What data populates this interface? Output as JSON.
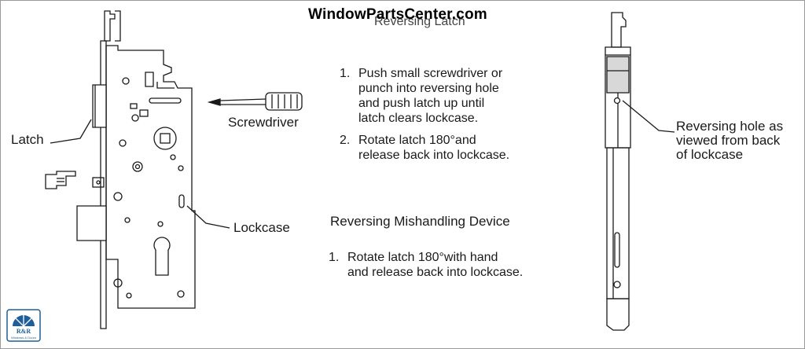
{
  "watermark": "WindowPartsCenter.com",
  "reversing_latch": {
    "title": "Reversing Latch",
    "steps": [
      {
        "num": "1.",
        "text": "Push small screwdriver or\npunch into reversing hole\nand push latch up until\nlatch clears lockcase."
      },
      {
        "num": "2.",
        "text": "Rotate latch 180°and\nrelease back into lockcase."
      }
    ]
  },
  "mishandling": {
    "title": "Reversing Mishandling Device",
    "steps": [
      {
        "num": "1.",
        "text": "Rotate latch 180°with hand\nand release back into lockcase."
      }
    ]
  },
  "labels": {
    "latch": "Latch",
    "screwdriver": "Screwdriver",
    "lockcase": "Lockcase",
    "reversing_hole": "Reversing hole as\nviewed from back\nof lockcase"
  },
  "logo": {
    "line1": "R&R",
    "line2": "Windows & Doors",
    "color": "#1f5f99"
  },
  "colors": {
    "line": "#1a1a1a",
    "shade": "#d8d8d8"
  }
}
